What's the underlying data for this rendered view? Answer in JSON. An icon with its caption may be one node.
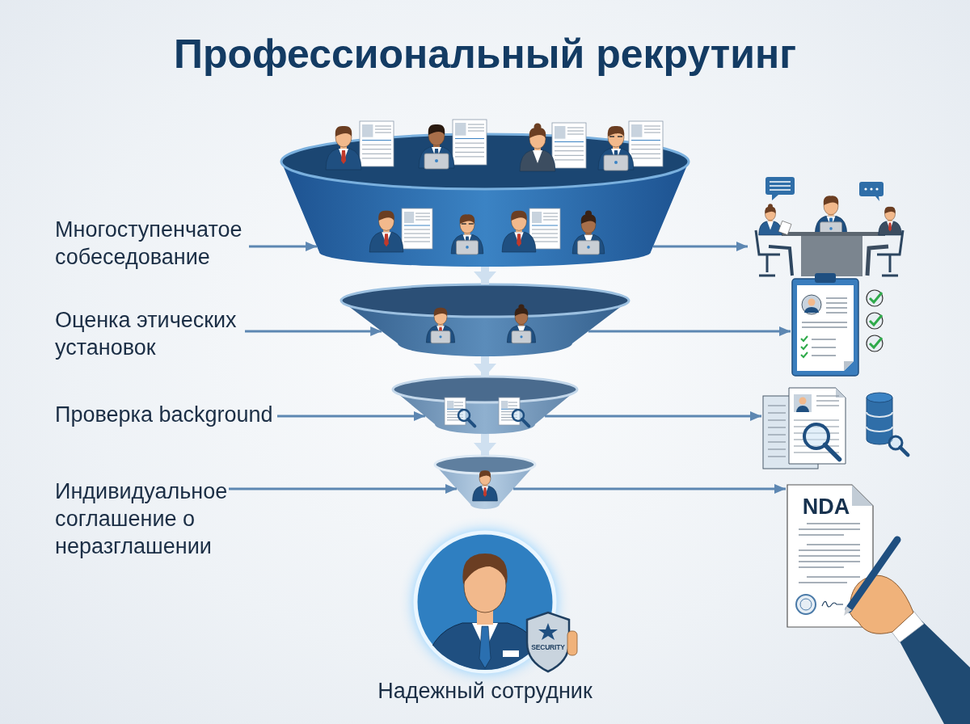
{
  "diagram": {
    "title": "Профессиональный рекрутинг",
    "nodes": [
      {
        "text": [
          "Многоступенчатое собеседование"
        ]
      },
      {
        "text": [],
        "shape": "funnel"
      },
      {
        "text": [],
        "shape": "picture"
      },
      {
        "text": [
          "Оценка этических установок"
        ]
      },
      {
        "text": [],
        "shape": "funnel"
      },
      {
        "text": [],
        "shape": "picture"
      },
      {
        "text": [
          "Проверка background"
        ]
      },
      {
        "text": [],
        "shape": "funnel"
      },
      {
        "text": [],
        "shape": "picture"
      },
      {
        "text": [
          "Индивидуальное соглашение о неразглашении"
        ]
      },
      {
        "text": [],
        "shape": "funnel"
      },
      {
        "text": [
          "NDA"
        ]
      },
      {
        "text": [],
        "shape": "picture",
        "beside": [
          "Надежный сотрудник"
        ]
      }
    ],
    "edges": [
      {
        "from": 0,
        "to": 1,
        "arrow": "to"
      },
      {
        "from": 1,
        "to": 2,
        "arrow": "to"
      },
      {
        "from": 3,
        "to": 4,
        "arrow": "to"
      },
      {
        "from": 4,
        "to": 5,
        "arrow": "to"
      },
      {
        "from": 6,
        "to": 7,
        "arrow": "to"
      },
      {
        "from": 7,
        "to": 8,
        "arrow": "to"
      },
      {
        "from": 9,
        "to": 10,
        "arrow": "to"
      },
      {
        "from": 10,
        "to": 11,
        "arrow": "to"
      },
      {
        "from": 1,
        "to": 4,
        "arrow": "to",
        "style": "thick",
        "color": "#cfe0f0"
      },
      {
        "from": 4,
        "to": 7,
        "arrow": "to",
        "style": "thick",
        "color": "#cfe0f0"
      },
      {
        "from": 7,
        "to": 10,
        "arrow": "to",
        "style": "thick",
        "color": "#cfe0f0"
      }
    ],
    "labels": [
      "SECURITY"
    ]
  }
}
